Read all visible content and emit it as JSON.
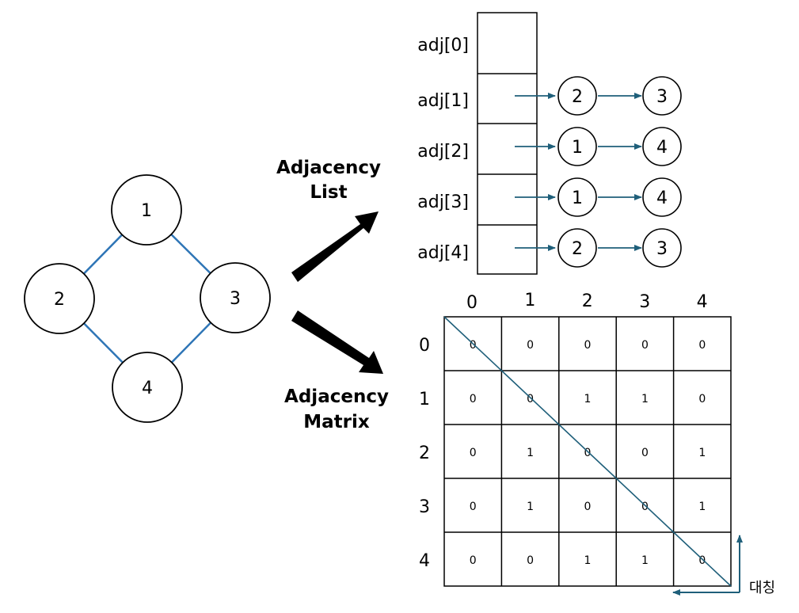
{
  "graph": {
    "nodes": [
      {
        "id": "1",
        "label": "1"
      },
      {
        "id": "2",
        "label": "2"
      },
      {
        "id": "3",
        "label": "3"
      },
      {
        "id": "4",
        "label": "4"
      }
    ],
    "edges": [
      [
        "1",
        "2"
      ],
      [
        "1",
        "3"
      ],
      [
        "2",
        "4"
      ],
      [
        "3",
        "4"
      ]
    ],
    "edge_color": "#2E75B6"
  },
  "labels": {
    "list_title_line1": "Adjacency",
    "list_title_line2": "List",
    "matrix_title_line1": "Adjacency",
    "matrix_title_line2": "Matrix",
    "symmetry": "대칭"
  },
  "adjacency_list": [
    {
      "label": "adj[0]",
      "neighbors": []
    },
    {
      "label": "adj[1]",
      "neighbors": [
        "2",
        "3"
      ]
    },
    {
      "label": "adj[2]",
      "neighbors": [
        "1",
        "4"
      ]
    },
    {
      "label": "adj[3]",
      "neighbors": [
        "1",
        "4"
      ]
    },
    {
      "label": "adj[4]",
      "neighbors": [
        "2",
        "3"
      ]
    }
  ],
  "adjacency_matrix": {
    "col_headers": [
      "0",
      "1",
      "2",
      "3",
      "4"
    ],
    "row_headers": [
      "0",
      "1",
      "2",
      "3",
      "4"
    ],
    "cells": [
      [
        "0",
        "0",
        "0",
        "0",
        "0"
      ],
      [
        "0",
        "0",
        "1",
        "1",
        "0"
      ],
      [
        "0",
        "1",
        "0",
        "0",
        "1"
      ],
      [
        "0",
        "1",
        "0",
        "0",
        "1"
      ],
      [
        "0",
        "0",
        "1",
        "1",
        "0"
      ]
    ]
  },
  "colors": {
    "arrow": "#1F5F7A",
    "big_arrow": "#000000"
  }
}
